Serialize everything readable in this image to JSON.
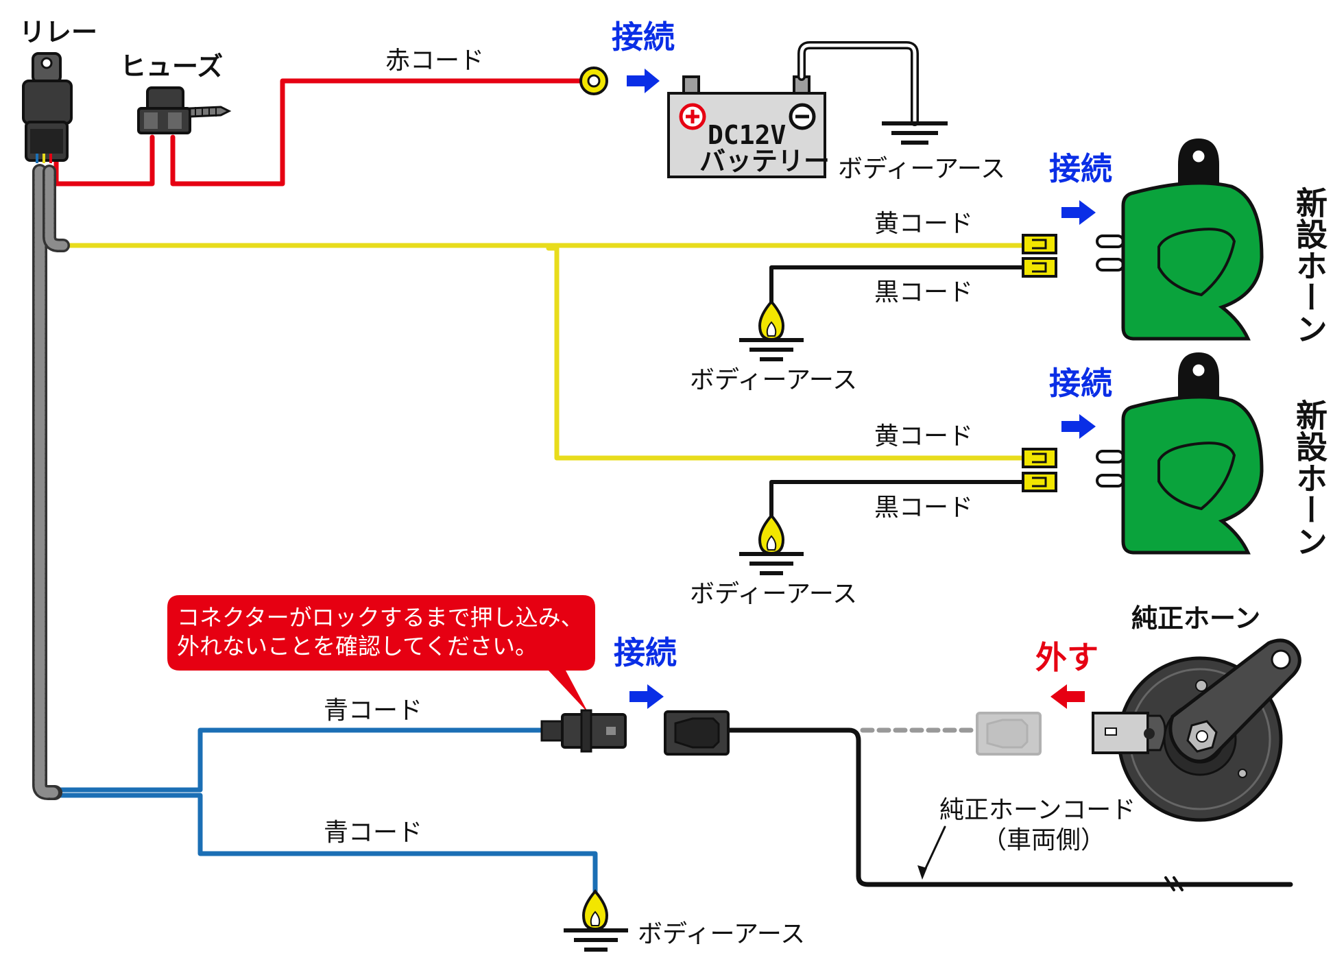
{
  "labels": {
    "relay": "リレー",
    "fuse": "ヒューズ",
    "red_cord": "赤コード",
    "connect_1": "接続",
    "connect_2": "接続",
    "connect_3": "接続",
    "connect_4": "接続",
    "battery_voltage": "DC12V",
    "battery_name": "バッテリー",
    "body_earth_battery": "ボディーアース",
    "yellow_cord_1": "黄コード",
    "black_cord_1": "黒コード",
    "body_earth_horn1": "ボディーアース",
    "yellow_cord_2": "黄コード",
    "black_cord_2": "黒コード",
    "body_earth_horn2": "ボディーアース",
    "new_horn_1": "新設ホーン",
    "new_horn_2": "新設ホーン",
    "callout_line1": "コネクターがロックするまで押し込み、",
    "callout_line2": "外れないことを確認してください。",
    "blue_cord_1": "青コード",
    "blue_cord_2": "青コード",
    "body_earth_blue": "ボディーアース",
    "stock_horn": "純正ホーン",
    "remove": "外す",
    "stock_horn_cord": "純正ホーンコード",
    "vehicle_side": "（車両側）"
  },
  "colors": {
    "red_wire": "#e60012",
    "yellow_wire": "#e8dc1c",
    "blue_wire": "#1b6fb5",
    "black_wire": "#111111",
    "connect_arrow": "#0a2ee6",
    "remove_arrow": "#e60012",
    "horn_green": "#0aa33c",
    "callout_red": "#e60012"
  }
}
